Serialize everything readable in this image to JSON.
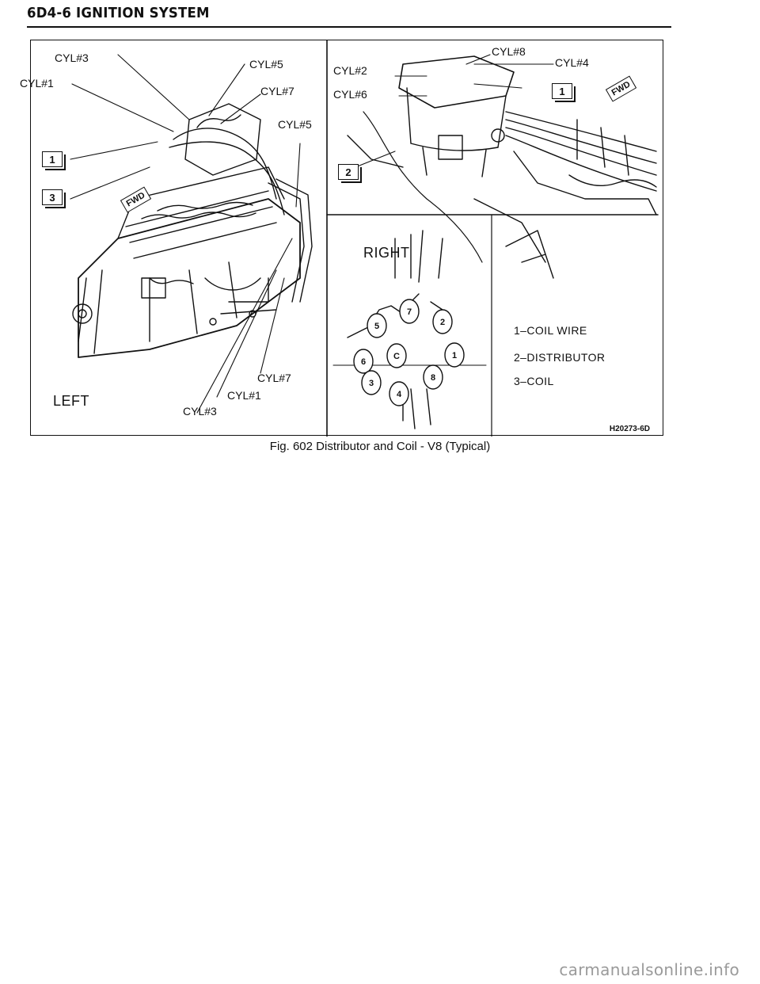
{
  "header": {
    "title": "6D4-6 IGNITION SYSTEM"
  },
  "figure": {
    "left_panel": {
      "view_label": "LEFT",
      "cylinder_labels": [
        "CYL#3",
        "CYL#1",
        "CYL#5",
        "CYL#7",
        "CYL#5",
        "CYL#7",
        "CYL#1",
        "CYL#3"
      ],
      "callouts": [
        "1",
        "3"
      ],
      "fwd": "FWD"
    },
    "right_panel": {
      "view_label": "RIGHT",
      "cylinder_labels": [
        "CYL#8",
        "CYL#4",
        "CYL#2",
        "CYL#6"
      ],
      "callouts": [
        "1",
        "2"
      ],
      "fwd": "FWD"
    },
    "cap_diagram": {
      "terminals": [
        "5",
        "7",
        "2",
        "6",
        "C",
        "1",
        "3",
        "8",
        "4"
      ]
    },
    "legend": [
      "1–COIL WIRE",
      "2–DISTRIBUTOR",
      "3–COIL"
    ],
    "figure_code": "H20273-6D"
  },
  "caption": "Fig. 602 Distributor and Coil - V8 (Typical)",
  "watermark": "carmanualsonline.info"
}
